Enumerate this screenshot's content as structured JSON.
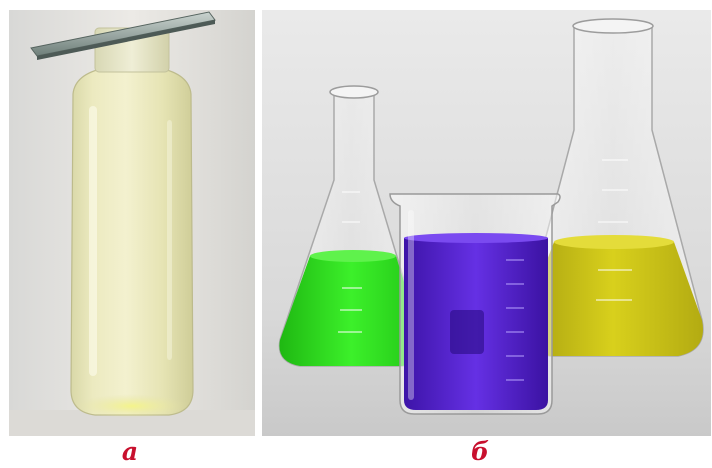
{
  "captions": {
    "a": "а",
    "b": "б"
  },
  "colors": {
    "caption": "#c8102e",
    "solution_a": "#e8e6a8",
    "solution_green": "#2ee01f",
    "solution_violet": "#5a22d6",
    "solution_yellow": "#c9c214"
  },
  "icons": {
    "panel_a": "glass-bottle-with-lid",
    "panel_b": "lab-glassware-colored-solutions"
  }
}
